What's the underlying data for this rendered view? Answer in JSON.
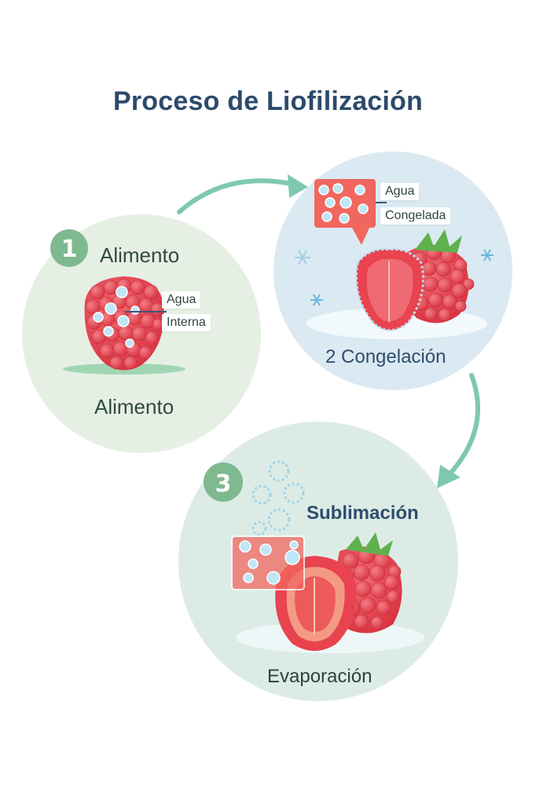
{
  "title": "Proceso de Liofilización",
  "steps": [
    {
      "number": "1",
      "heading": "Alimento",
      "caption": "Alimento",
      "callout": [
        "Agua",
        "Interna"
      ]
    },
    {
      "caption": "2 Congelación",
      "callout": [
        "Agua",
        "Congelada"
      ]
    },
    {
      "number": "3",
      "heading": "Sublimación",
      "caption": "Evaporación"
    }
  ],
  "colors": {
    "circle_1": "#e6efe3",
    "circle_2": "#dbe9f2",
    "circle_3": "#dcebe6",
    "badge": "#7fb98f",
    "arrow": "#7fc8b0",
    "fruit": "#e8434f",
    "title": "#2d4a6b"
  }
}
